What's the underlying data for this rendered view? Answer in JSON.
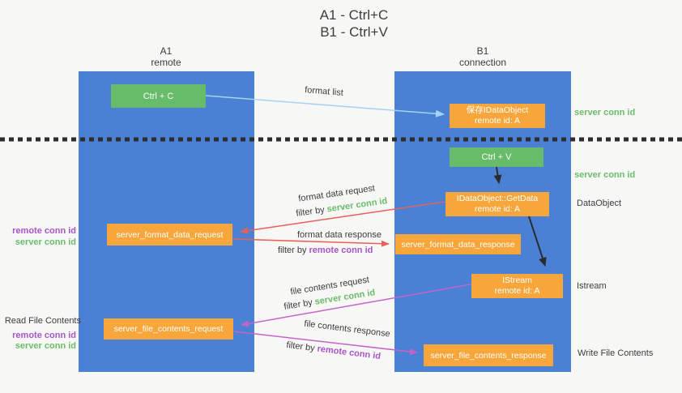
{
  "title": {
    "line1": "A1 - Ctrl+C",
    "line2": "B1 - Ctrl+V"
  },
  "columns": {
    "a": {
      "name": "A1",
      "role": "remote"
    },
    "b": {
      "name": "B1",
      "role": "connection"
    }
  },
  "nodes": {
    "ctrl_c": "Ctrl + C",
    "ctrl_v": "Ctrl + V",
    "save_dataobject": {
      "line1": "保存IDataObject",
      "line2": "remote id: A"
    },
    "getdata": {
      "line1": "IDataObject::GetData",
      "line2": "remote id: A"
    },
    "istream": {
      "line1": "IStream",
      "line2": "remote id: A"
    },
    "server_format_data_request": "server_format_data_request",
    "server_format_data_response": "server_format_data_response",
    "server_file_contents_request": "server_file_contents_request",
    "server_file_contents_response": "server_file_contents_response"
  },
  "side_labels": {
    "server_conn_id_top": "server conn id",
    "server_conn_id_mid": "server conn id",
    "dataobject": "DataObject",
    "istream": "Istream",
    "write_file_contents": "Write File Contents",
    "read_file_contents": "Read File Contents",
    "remote_conn_id": "remote conn id",
    "server_conn_id": "server conn id"
  },
  "arrow_labels": {
    "format_list": "format list",
    "format_data_request": "format data request",
    "format_data_response": "format data response",
    "file_contents_request": "file contents request",
    "file_contents_response": "file contents response",
    "filter_by": "filter by ",
    "server_conn_id": "server conn id",
    "remote_conn_id": "remote conn id"
  },
  "colors": {
    "column_blue": "#4a81d4",
    "node_green": "#67bc69",
    "node_orange": "#f7a63b",
    "arrow_blue": "#a7d3f2",
    "arrow_red": "#e8605a",
    "arrow_magenta": "#c763c7",
    "arrow_black": "#2b2b2b",
    "text_green": "#6abc6a",
    "text_purple": "#a855c8",
    "background": "#f7f7f6"
  }
}
